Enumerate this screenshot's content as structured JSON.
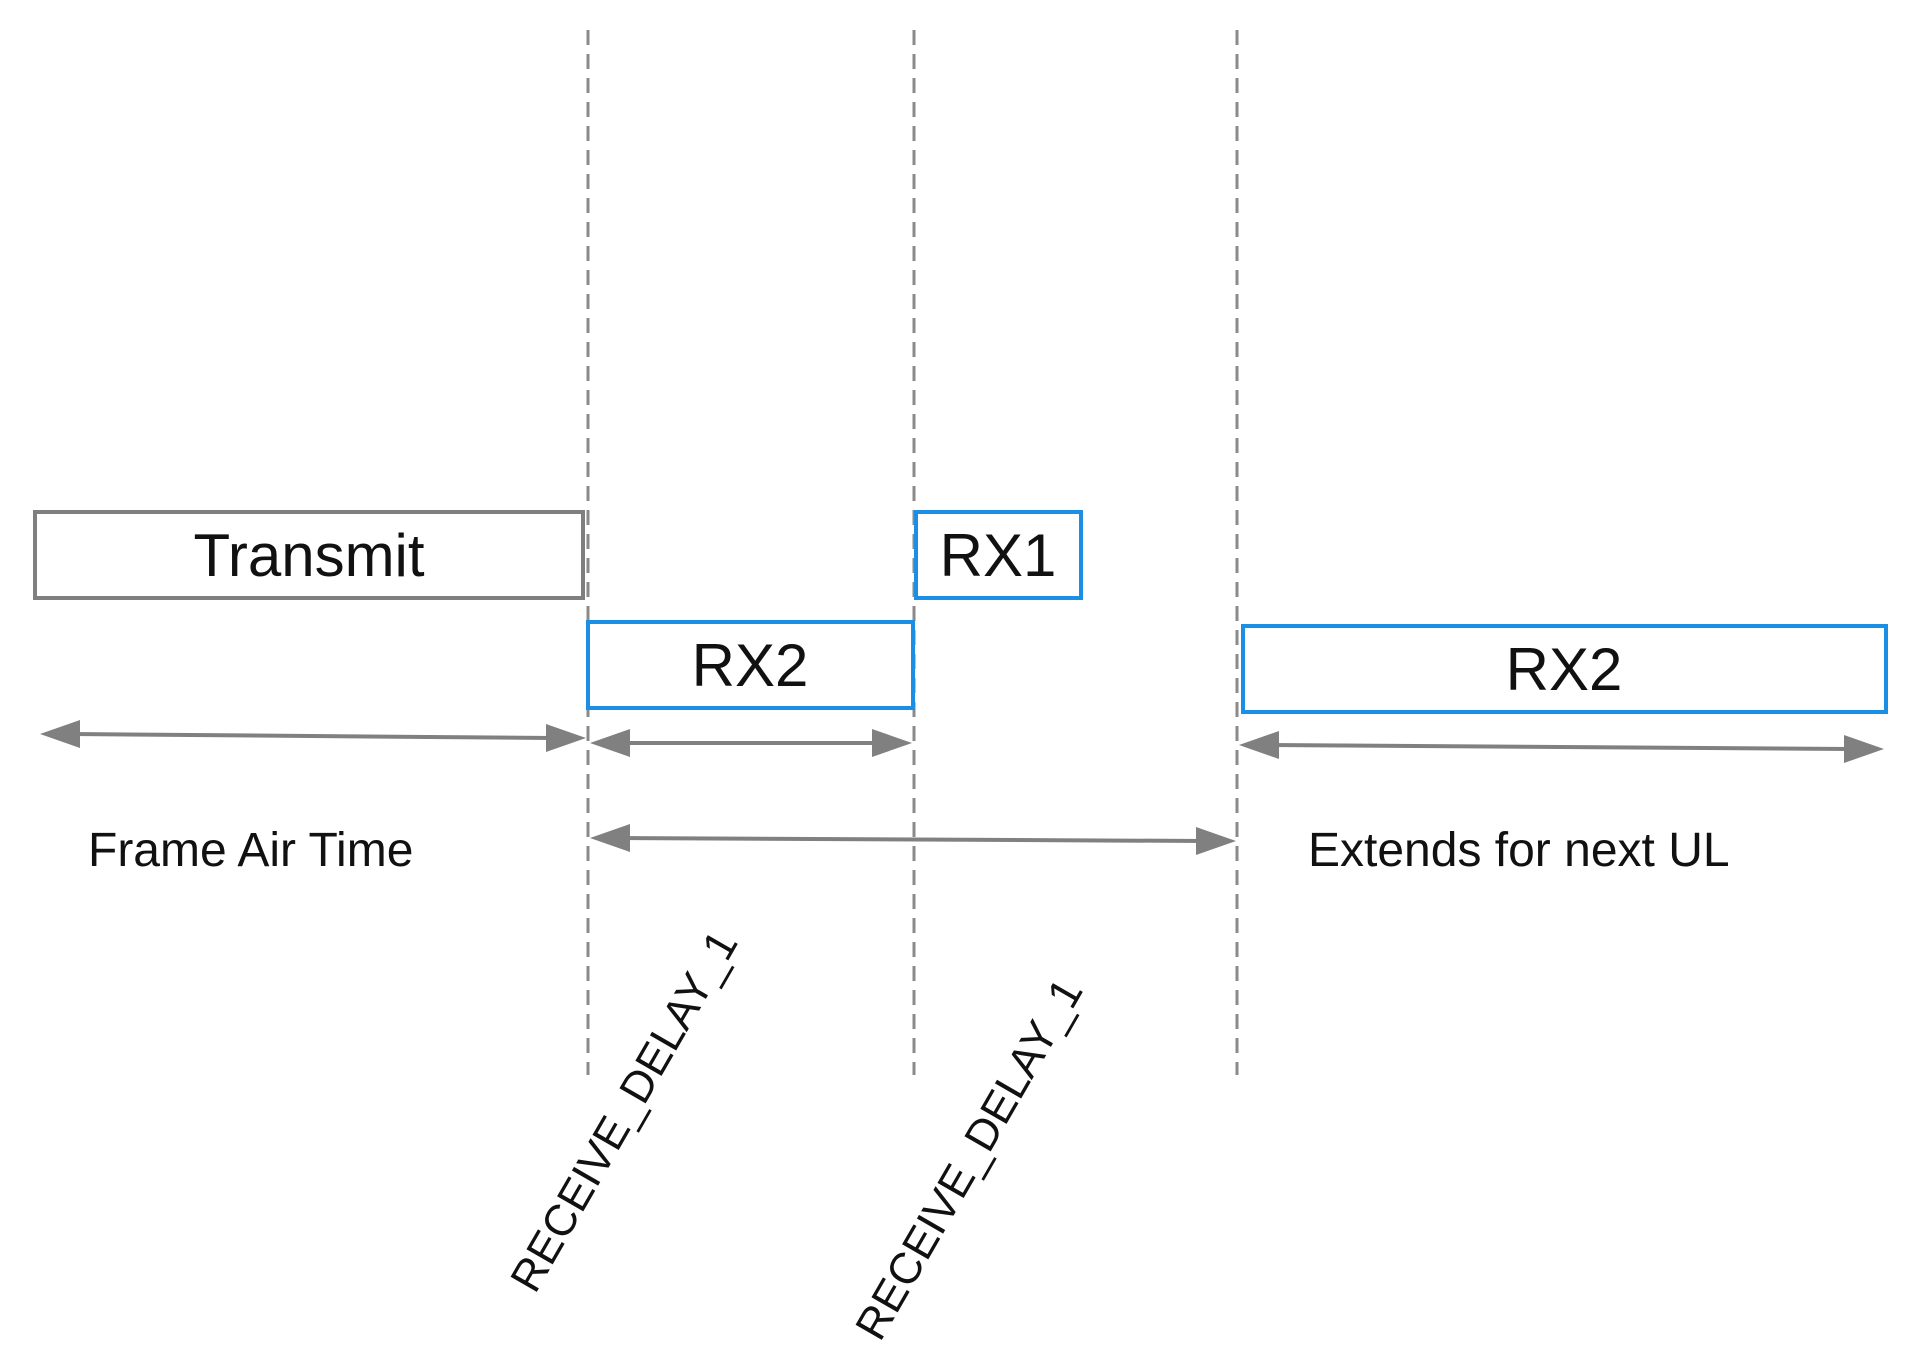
{
  "boxes": {
    "transmit": {
      "label": "Transmit",
      "color": "#7f7f7f"
    },
    "rx1": {
      "label": "RX1",
      "color": "#1b8fe4"
    },
    "rx2_first": {
      "label": "RX2",
      "color": "#1b8fe4"
    },
    "rx2_second": {
      "label": "RX2",
      "color": "#1b8fe4"
    }
  },
  "captions": {
    "frame_air_time": "Frame Air Time",
    "extends_for_next_ul": "Extends for next UL"
  },
  "delay_labels": {
    "first": "RECEIVE_DELAY_1",
    "second": "RECEIVE_DELAY_1"
  },
  "colors": {
    "timeline_gray": "#808080",
    "receive_window_blue": "#1b8fe4"
  }
}
